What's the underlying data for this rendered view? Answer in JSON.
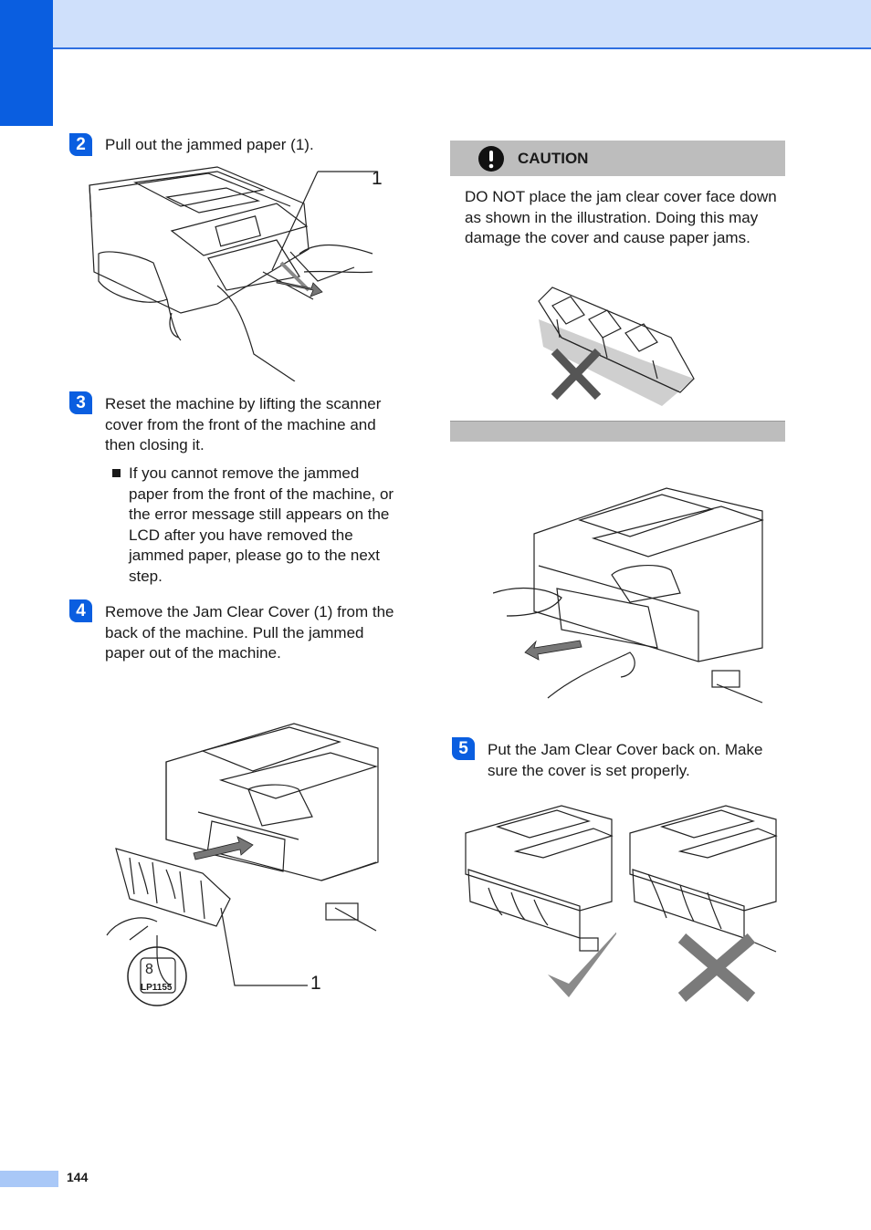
{
  "steps": [
    {
      "number": "2",
      "text": "Pull out the jammed paper (1)."
    },
    {
      "number": "3",
      "text": "Reset the machine by lifting the scanner cover from the front of the machine and then closing it."
    },
    {
      "number": "4",
      "text": "Remove the Jam Clear Cover (1) from the back of the machine. Pull the jammed paper out of the machine."
    },
    {
      "number": "5",
      "text": "Put the Jam Clear Cover back on. Make sure the cover is set properly."
    }
  ],
  "bullet": {
    "text": "If you cannot remove the jammed paper from the front of the machine, or the error message still appears on the LCD after you have removed the jammed paper, please go to the next step."
  },
  "caution": {
    "label": "CAUTION",
    "text": "DO NOT place the jam clear cover face down as shown in the illustration. Doing this may damage the cover and cause paper jams."
  },
  "figures": {
    "callout_1a": "1",
    "callout_1b": "1",
    "icon_label": "LP1155"
  },
  "page": {
    "number": "144"
  },
  "colors": {
    "accent": "#0a5ee0",
    "header": "#cfe0fb",
    "caution_bar": "#bdbdbd"
  }
}
